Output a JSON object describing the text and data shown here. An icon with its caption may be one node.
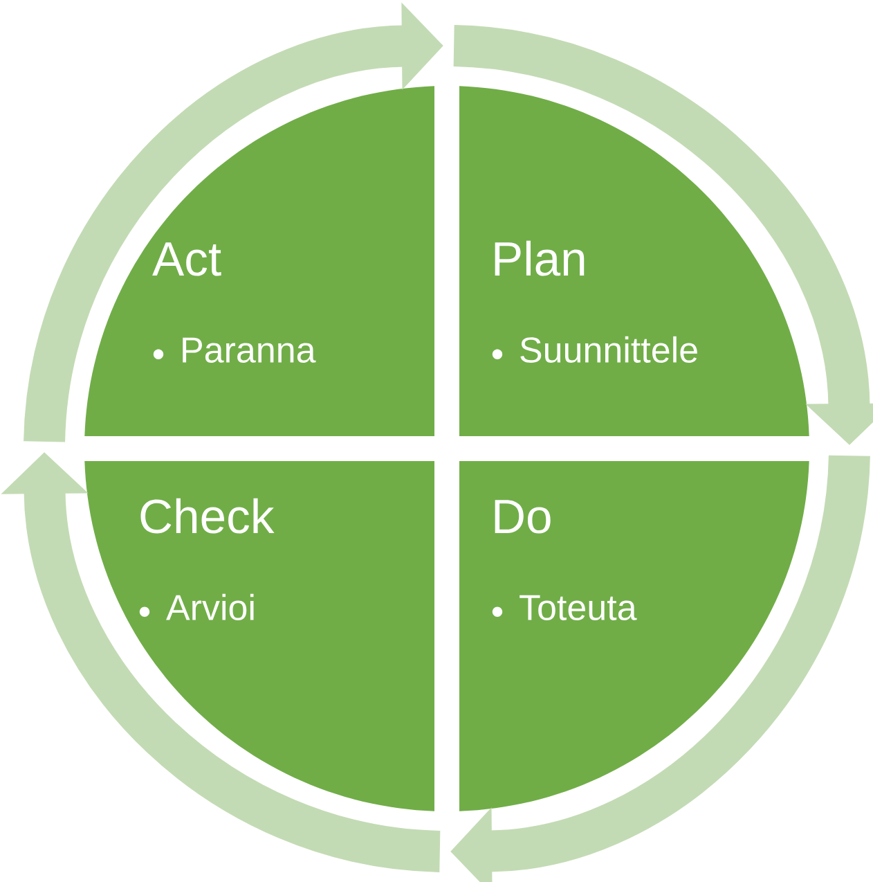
{
  "diagram": {
    "nodes": [
      {
        "text": [
          "Act",
          "Paranna"
        ]
      },
      {
        "text": [
          "Plan",
          "Suunnittele"
        ]
      },
      {
        "text": [
          "Check",
          "Arvioi"
        ]
      },
      {
        "text": [
          "Do",
          "Toteuta"
        ]
      }
    ]
  }
}
